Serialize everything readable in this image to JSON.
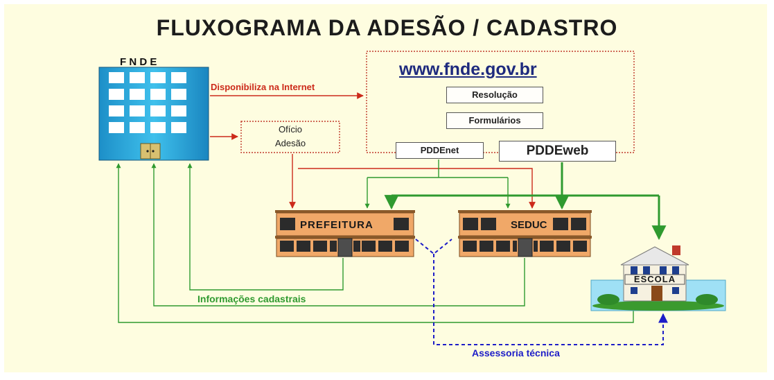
{
  "title": "FLUXOGRAMA DA ADESÃO / CADASTRO",
  "fnde": {
    "label": "F N D E"
  },
  "arrows": {
    "internet": "Disponibiliza na Internet",
    "info": "Informações cadastrais",
    "assessoria": "Assessoria técnica"
  },
  "oficio": {
    "line1": "Ofício",
    "line2": "Adesão"
  },
  "site": {
    "url": "www.fnde.gov.br",
    "resolucao": "Resolução",
    "formularios": "Formulários",
    "pddenet": "PDDEnet",
    "pddeweb": "PDDEweb"
  },
  "prefeitura": {
    "label": "PREFEITURA"
  },
  "seduc": {
    "label": "SEDUC"
  },
  "escola": {
    "label": "ESCOLA"
  },
  "colors": {
    "background": "#fefde0",
    "red": "#cc2a1a",
    "green": "#2f9a2f",
    "blue": "#1c1cc8",
    "building": "#2aa7d8"
  }
}
